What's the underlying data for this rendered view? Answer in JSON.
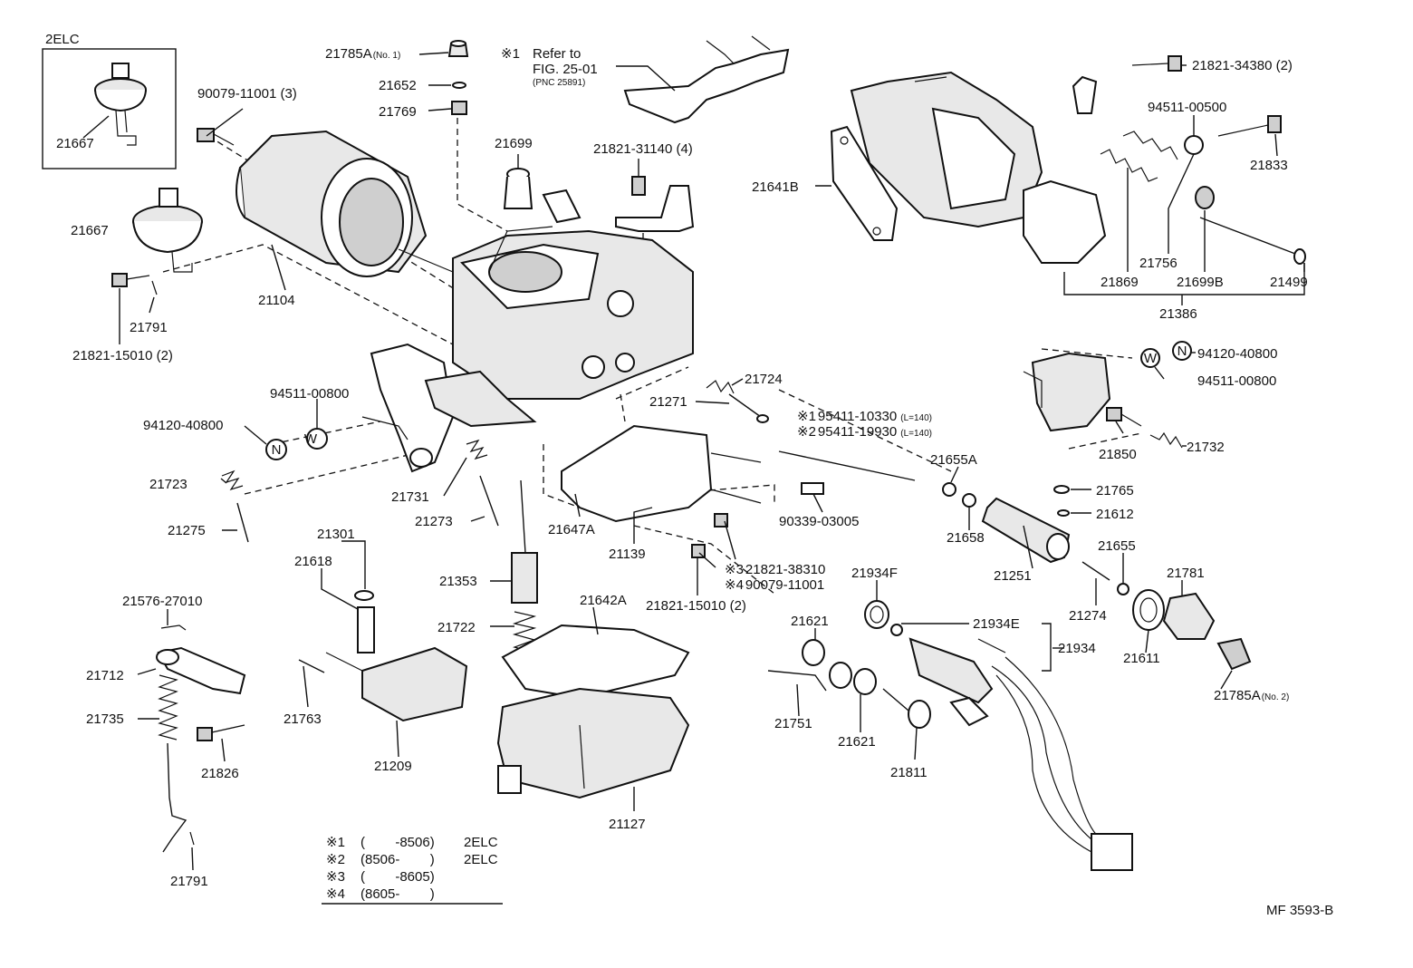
{
  "figure_code": "MF 3593-B",
  "inset": {
    "title": "2ELC",
    "part": "21667"
  },
  "refer_note": {
    "mark": "※1",
    "line1": "Refer to",
    "line2": "FIG. 25-01",
    "line3": "(PNC 25891)"
  },
  "parts": {
    "p21785A1": {
      "num": "21785A",
      "note": "(No. 1)"
    },
    "p21652": "21652",
    "p21769": "21769",
    "p90079_top": "90079-11001  (3)",
    "p21667": "21667",
    "p21699": "21699",
    "p21821_31140": "21821-31140  (4)",
    "p21821_34380": "21821-34380  (2)",
    "p94511_00500": "94511-00500",
    "p21833": "21833",
    "p21641B": "21641B",
    "p21756": "21756",
    "p21869": "21869",
    "p21699B": "21699B",
    "p21499": "21499",
    "p21386": "21386",
    "p21104": "21104",
    "p21791a": "21791",
    "p21821_15010a": "21821-15010  (2)",
    "p94511_00800a": "94511-00800",
    "p94120_40800a": "94120-40800",
    "p21724": "21724",
    "p21271": "21271",
    "p95411_10330": {
      "mark": "※1",
      "num": "95411-10330",
      "note": "(L=140)"
    },
    "p95411_19930": {
      "mark": "※2",
      "num": "95411-19930",
      "note": "(L=140)"
    },
    "p94120_40800b": "94120-40800",
    "p94511_00800b": "94511-00800",
    "p21850": "21850",
    "p21732": "21732",
    "p21655A": "21655A",
    "p21765": "21765",
    "p21612": "21612",
    "p21723": "21723",
    "p21731": "21731",
    "p21273": "21273",
    "p21275": "21275",
    "p21647A": "21647A",
    "p21139": "21139",
    "p90339_03005": "90339-03005",
    "p21658": "21658",
    "p21655": "21655",
    "p21301": "21301",
    "p21618": "21618",
    "p21353": "21353",
    "p21821_38310": {
      "mark": "※3",
      "num": "21821-38310"
    },
    "p90079_11001b": {
      "mark": "※4",
      "num": "90079-11001"
    },
    "p21821_15010b": "21821-15010  (2)",
    "p21251": "21251",
    "p21781": "21781",
    "p21934F": "21934F",
    "p21274": "21274",
    "p21576_27010": "21576-27010",
    "p21642A": "21642A",
    "p21621a": "21621",
    "p21934E": "21934E",
    "p21934": "21934",
    "p21611": "21611",
    "p21712": "21712",
    "p21722": "21722",
    "p21785A2": {
      "num": "21785A",
      "note": "(No. 2)"
    },
    "p21735": "21735",
    "p21763": "21763",
    "p21751": "21751",
    "p21826": "21826",
    "p21621b": "21621",
    "p21209": "21209",
    "p21811": "21811",
    "p21127": "21127",
    "p21791b": "21791"
  },
  "legend": [
    {
      "mark": "※1",
      "range": "(        -8506)",
      "model": "2ELC"
    },
    {
      "mark": "※2",
      "range": "(8506-        )",
      "model": "2ELC"
    },
    {
      "mark": "※3",
      "range": "(        -8605)",
      "model": ""
    },
    {
      "mark": "※4",
      "range": "(8605-        )",
      "model": ""
    }
  ]
}
